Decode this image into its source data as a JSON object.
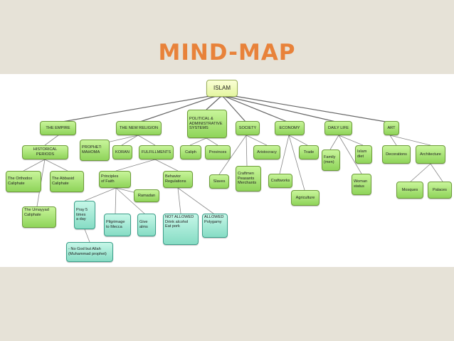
{
  "title": "MIND-MAP",
  "nodes": {
    "islam": "ISLAM",
    "the_empire": "THE EMPIRE",
    "the_new_religion": "THE NEW RELIGION",
    "political": "POLITICAL &\nADMINISTRATIVE\nSYSTEMS",
    "society": "SOCIETY",
    "economy": "ECONOMY",
    "daily_life": "DAILY LIFE",
    "art": "ART",
    "historical_periods": "HISTORICAL PERIODS",
    "prophet": "PROPHET:\nMAHOMA",
    "koran": "KORAN",
    "fulfillments": "FULFILLMENTS",
    "caliph": "Caliph",
    "provinces": "Provinces",
    "aristocracy": "Aristocracy",
    "trade": "Trade",
    "family": "Family\n(men)",
    "islam_diet": "Islam\ndiet",
    "decorations": "Decorations",
    "architecture": "Architecture",
    "orthodox": "The Orthodox\nCaliphate",
    "abbasid": "The Abbasid\nCaliphate",
    "principles": "Principles\nof Faith",
    "behavior": "Behavior\nRegulations",
    "slaves": "Slaves",
    "craftmen": "Craftmen\nPeasants\nMerchants",
    "craftworks": "Craftworks",
    "woman": "Woman\nstatus",
    "mosques": "Mosques",
    "palaces": "Palaces",
    "ramadan": "Ramadan",
    "agriculture": "Agriculture",
    "umayyad": "The Umayyad\nCaliphate",
    "pray": "Pray 5\ntimes\na day",
    "pilgrimage": "Pilgrimage\nto Mecca",
    "give_alms": "Give\nalms",
    "not_allowed": "NOT ALLOWED\nDrink alcohol\nEat pork",
    "allowed": "ALLOWED\nPolygamy",
    "no_god": "- No God but Allah\n(Muhammad prophet)"
  }
}
